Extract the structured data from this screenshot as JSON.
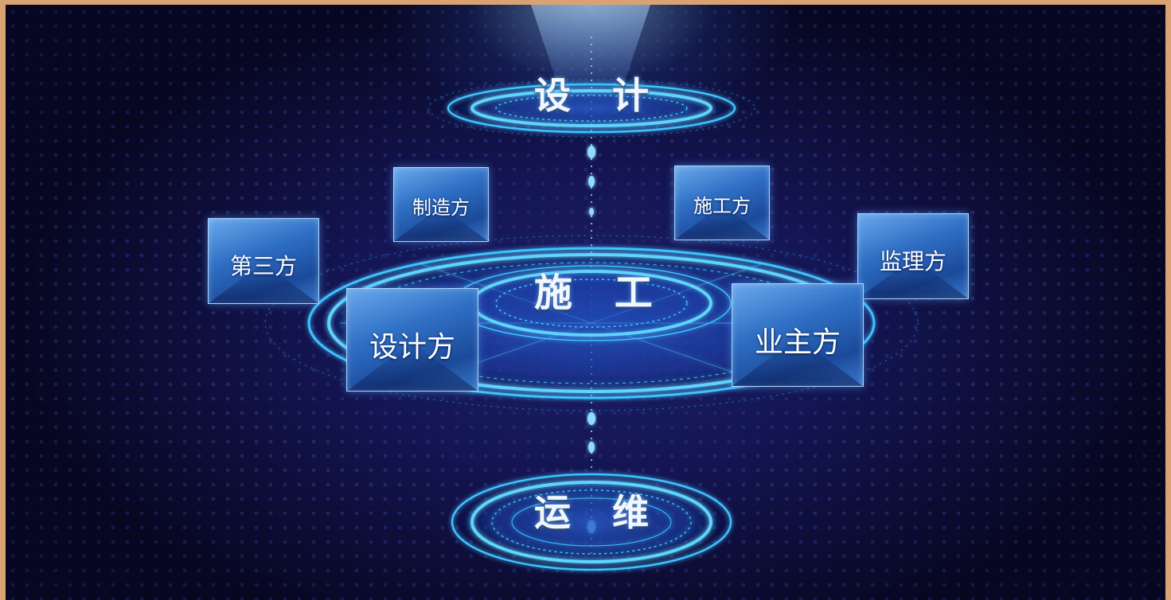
{
  "stages": {
    "design": "设 计",
    "construction": "施 工",
    "operation": "运 维"
  },
  "parties": {
    "manufacturer": "制造方",
    "contractor": "施工方",
    "third_party": "第三方",
    "supervisor": "监理方",
    "designer": "设计方",
    "owner": "业主方"
  },
  "colors": {
    "background_dark": "#0c0c33",
    "ring_glow": "#3fc2ff",
    "box_blue": "#2f6fc4",
    "frame": "#d9a273"
  }
}
